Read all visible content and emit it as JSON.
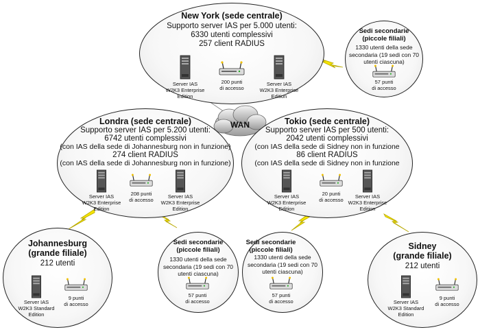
{
  "wan_label": "WAN",
  "new_york": {
    "title": "New York (sede centrale)",
    "lines": [
      "Supporto server IAS per 5.000 utenti:",
      "6330 utenti complessivi",
      "257 client RADIUS"
    ],
    "server_left": [
      "Server IAS",
      "W2K3 Enterprise",
      "Edition"
    ],
    "access_points": [
      "200 punti",
      "di accesso"
    ],
    "server_right": [
      "Server IAS",
      "W2K3 Enterprise",
      "Edition"
    ]
  },
  "ny_branches": {
    "title": [
      "Sedi secondarie",
      "(piccole filiali)"
    ],
    "lines": [
      "1330 utenti della sede",
      "secondaria (19 sedi con 70",
      "utenti ciascuna)"
    ],
    "access_points": [
      "57 punti",
      "di accesso"
    ]
  },
  "london": {
    "title": "Londra (sede centrale)",
    "lines": [
      "Supporto server IAS per 5.200 utenti:",
      "6742 utenti complessivi",
      "(con IAS della sede di Johannesburg non in funzione)",
      "274 client RADIUS",
      "(con IAS della sede di Johannesburg non in funzione)"
    ],
    "server_left": [
      "Server IAS",
      "W2K3 Enterprise",
      "Edition"
    ],
    "access_points": [
      "208 punti",
      "di accesso"
    ],
    "server_right": [
      "Server IAS",
      "W2K3 Enterprise",
      "Edition"
    ]
  },
  "tokyo": {
    "title": "Tokio (sede centrale)",
    "lines": [
      "Supporto server IAS per 500 utenti:",
      "2042 utenti complessivi",
      "(con IAS della sede di Sidney non in funzione",
      "86 client RADIUS",
      "(con IAS della sede di Sidney non in funzione"
    ],
    "server_left": [
      "Server IAS",
      "W2K3 Enterprise",
      "Edition"
    ],
    "access_points": [
      "20 punti",
      "di accesso"
    ],
    "server_right": [
      "Server IAS",
      "W2K3 Enterprise",
      "Edition"
    ]
  },
  "johannesburg": {
    "title": [
      "Johannesburg",
      "(grande filiale)"
    ],
    "users": "212 utenti",
    "server": [
      "Server IAS",
      "W2K3 Standard",
      "Edition"
    ],
    "access_points": [
      "9 punti",
      "di accesso"
    ]
  },
  "london_branches": {
    "title": [
      "Sedi secondarie",
      "(piccole filiali)"
    ],
    "lines": [
      "1330 utenti della sede",
      "secondaria (19 sedi con 70",
      "utenti ciascuna)"
    ],
    "access_points": [
      "57 punti",
      "di accesso"
    ]
  },
  "tokyo_branches": {
    "title": [
      "Sedi secondarie",
      "(piccole filiali)"
    ],
    "lines": [
      "1330 utenti della sede",
      "secondaria (19 sedi con 70",
      "utenti ciascuna)"
    ],
    "access_points": [
      "57 punti",
      "di accesso"
    ]
  },
  "sydney": {
    "title": [
      "Sidney",
      "(grande filiale)"
    ],
    "users": "212 utenti",
    "server": [
      "Server IAS",
      "W2K3 Standard",
      "Edition"
    ],
    "access_points": [
      "9 punti",
      "di accesso"
    ]
  },
  "colors": {
    "link": "#f5e400",
    "link_edge": "#b8a800",
    "outline": "#222222"
  }
}
